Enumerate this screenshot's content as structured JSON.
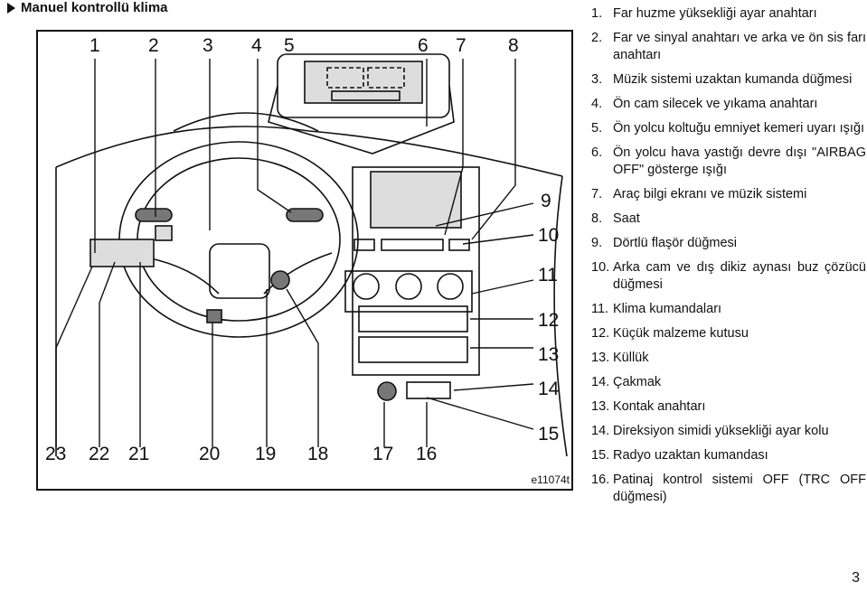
{
  "section": {
    "title": "Manuel kontrollü klima"
  },
  "figure": {
    "code": "e11074t",
    "callouts_top": [
      "1",
      "2",
      "3",
      "4",
      "5",
      "6",
      "7",
      "8"
    ],
    "callouts_right": [
      "9",
      "10",
      "11",
      "12",
      "13",
      "14",
      "15"
    ],
    "callouts_bottom": [
      "23",
      "22",
      "21",
      "20",
      "19",
      "18",
      "17",
      "16"
    ]
  },
  "legend": [
    {
      "num": "1.",
      "text": "Far huzme yüksekliği ayar anahtarı"
    },
    {
      "num": "2.",
      "text": "Far ve sinyal anahtarı ve arka ve ön sis farı anahtarı"
    },
    {
      "num": "3.",
      "text": "Müzik sistemi uzaktan kumanda düğmesi"
    },
    {
      "num": "4.",
      "text": "Ön cam silecek ve yıkama anahtarı"
    },
    {
      "num": "5.",
      "text": "Ön yolcu koltuğu emniyet kemeri uyarı ışığı"
    },
    {
      "num": "6.",
      "text": "Ön yolcu hava yastığı devre dışı \"AIRBAG OFF\" gösterge ışığı"
    },
    {
      "num": "7.",
      "text": "Araç bilgi ekranı ve müzik sistemi"
    },
    {
      "num": "8.",
      "text": "Saat"
    },
    {
      "num": "9.",
      "text": "Dörtlü flaşör düğmesi"
    },
    {
      "num": "10.",
      "text": "Arka cam ve dış dikiz aynası buz çözücü düğmesi"
    },
    {
      "num": "11.",
      "text": "Klima kumandaları"
    },
    {
      "num": "12.",
      "text": "Küçük malzeme kutusu"
    },
    {
      "num": "13.",
      "text": "Küllük"
    },
    {
      "num": "14.",
      "text": "Çakmak"
    },
    {
      "num": "13.",
      "text": "Kontak anahtarı"
    },
    {
      "num": "14.",
      "text": "Direksiyon simidi yüksekliği ayar kolu"
    },
    {
      "num": "15.",
      "text": "Radyo uzaktan kumandası"
    },
    {
      "num": "16.",
      "text": "Patinaj kontrol sistemi OFF (TRC OFF düğmesi)"
    }
  ],
  "page": {
    "number": "3"
  }
}
